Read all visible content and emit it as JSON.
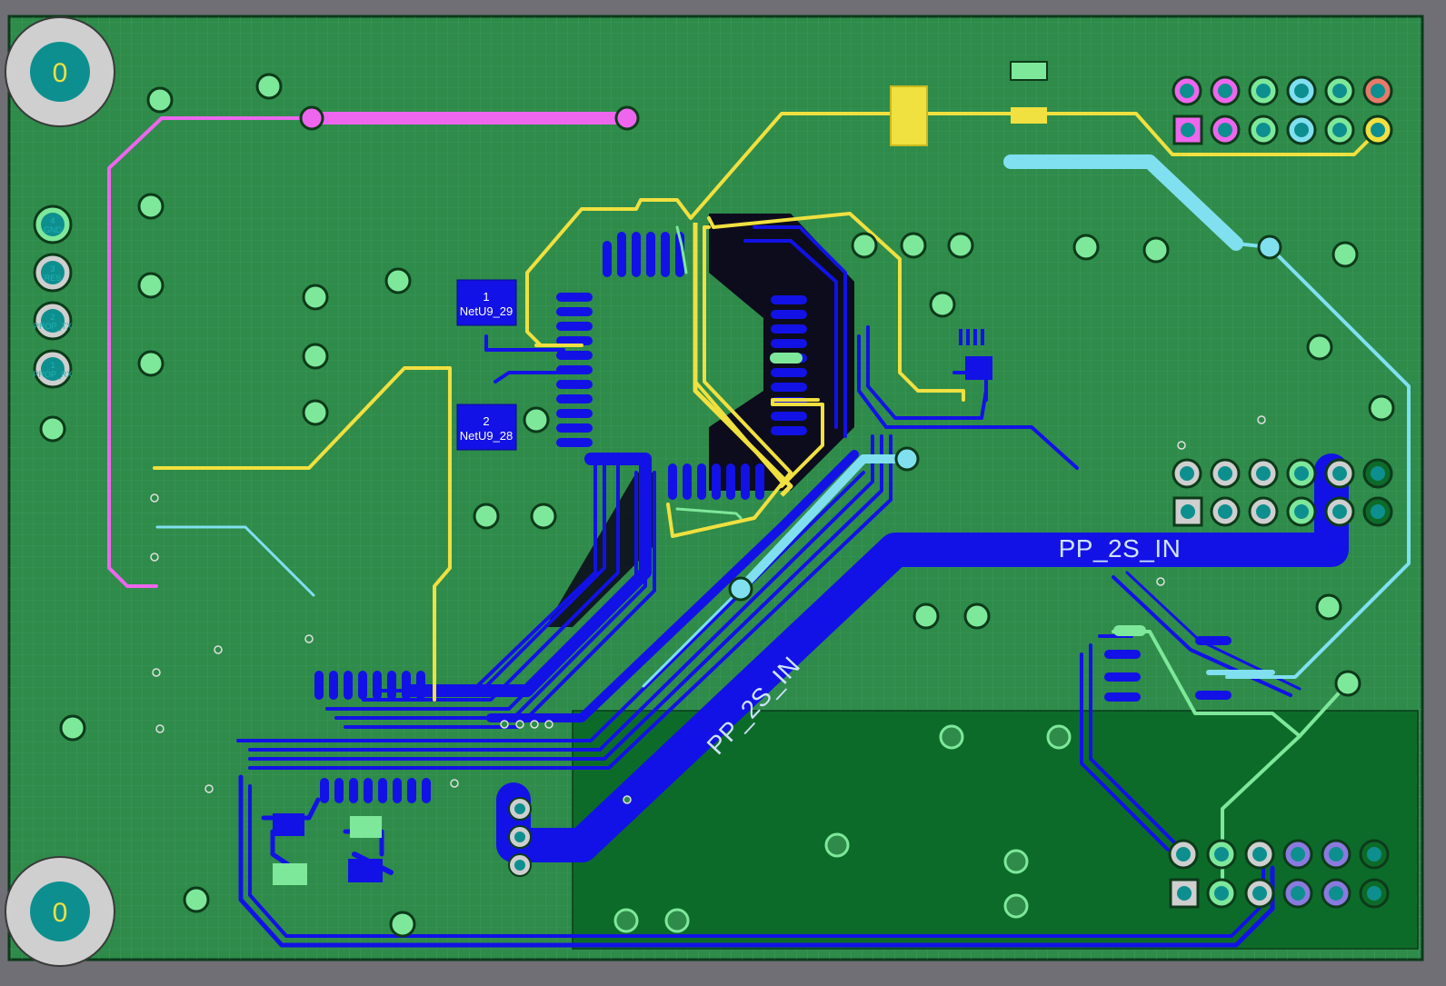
{
  "board": {
    "colors": {
      "outer": "#6f6f75",
      "board": "#2e8b4a",
      "grid": "#5fb07a",
      "top_copper": "#1212e6",
      "pour": "#0c0c1c",
      "silk_yellow": "#f0e040",
      "net_pink": "#ee66ee",
      "net_cyan": "#80e0f0",
      "net_lightgreen": "#7ee89a",
      "pad_teal": "#0e8f8f",
      "mount_hole": "#cfcfcf",
      "dark_pour_green": "#0d6b2a"
    },
    "net_label_main": "PP_2S_IN",
    "connector_left": {
      "pins": [
        {
          "num": "4",
          "name": "GND"
        },
        {
          "num": "3",
          "name": "RES"
        },
        {
          "num": "2",
          "name": "PROP_TX"
        },
        {
          "num": "1",
          "name": "PROP_RX"
        }
      ]
    },
    "components": [
      {
        "num": "1",
        "name": "NetU9_29"
      },
      {
        "num": "2",
        "name": "NetU9_28"
      }
    ],
    "mount_hole_glyph": "0"
  }
}
